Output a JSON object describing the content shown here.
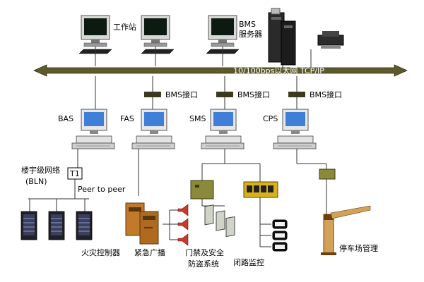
{
  "nodes": {
    "workstation_label": "工作站",
    "bms_server_label_1": "BMS",
    "bms_server_label_2": "服务器",
    "network_label": "10/100bps以太网 TCP/IP",
    "bms_interface_label": "BMS接口",
    "bas_label": "BAS",
    "fas_label": "FAS",
    "sms_label": "SMS",
    "cps_label": "CPS",
    "building_network_label_1": "楼宇级网络",
    "building_network_label_2": "(BLN)",
    "t1_label": "T1",
    "peer_label": "Peer to peer",
    "fire_controller_label": "火灾控制器",
    "emergency_broadcast_label": "紧急广播",
    "access_security_label_1": "门禁及安全",
    "access_security_label_2": "防盗系统",
    "cctv_label": "闭路监控",
    "parking_label": "停车场管理"
  },
  "colors": {
    "bus_fill": "#5d5b2c",
    "interface_block": "#3b3a1e",
    "device_olive": "#8a8a3a",
    "broadcast_cabinet": "#c07a2a",
    "speaker_red": "#c83a2a",
    "controller_yellow": "#d9b21a",
    "parking_gate": "#d2a15a",
    "monitor_screen_dark": "#0d1a12",
    "monitor_screen_blue": "#3f7fd8"
  }
}
